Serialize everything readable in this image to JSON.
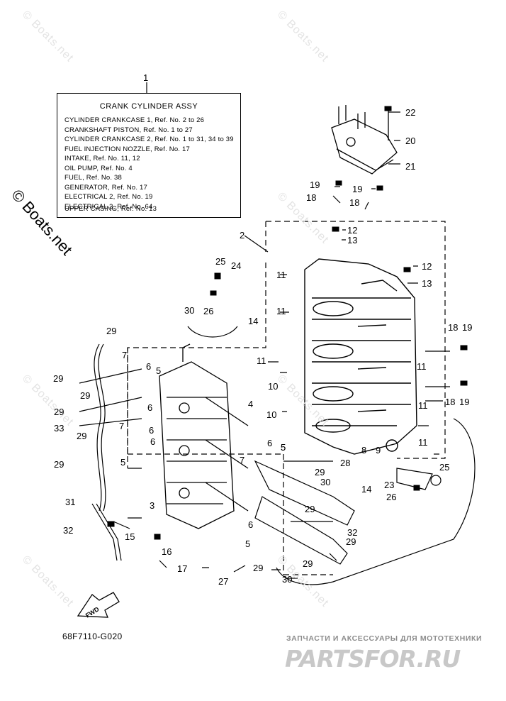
{
  "watermark": "© Boats.net",
  "legend": {
    "callout": "1",
    "title": "CRANK CYLINDER ASSY",
    "lines": [
      "CYLINDER CRANKCASE 1,  Ref. No. 2 to 26",
      "CRANKSHAFT PISTON,  Ref. No. 1 to 27",
      "CYLINDER CRANKCASE 2,  Ref. No. 1 to 31, 34 to 39",
      "FUEL INJECTION NOZZLE,  Ref. No. 17",
      "INTAKE,  Ref. No. 11, 12",
      "OIL PUMP,  Ref. No. 4",
      "FUEL,  Ref. No. 38",
      "GENERATOR,  Ref. No. 17",
      "ELECTRICAL 2,  Ref. No. 19",
      "ELECTRICAL 3,  Ref. No. 64",
      "UPPER CASING,  Ref. No. 13"
    ]
  },
  "callouts": [
    "22",
    "20",
    "21",
    "19",
    "18",
    "19",
    "18",
    "2",
    "12",
    "13",
    "12",
    "13",
    "25",
    "24",
    "26",
    "11",
    "11",
    "30",
    "14",
    "29",
    "11",
    "10",
    "10",
    "18",
    "19",
    "11",
    "18",
    "19",
    "11",
    "7",
    "6",
    "5",
    "29",
    "29",
    "6",
    "29",
    "33",
    "4",
    "29",
    "7",
    "6",
    "6",
    "5",
    "29",
    "28",
    "14",
    "5",
    "7",
    "30",
    "29",
    "9",
    "8",
    "25",
    "23",
    "26",
    "31",
    "3",
    "29",
    "32",
    "15",
    "32",
    "6",
    "16",
    "5",
    "17",
    "27",
    "29",
    "30",
    "29",
    "11",
    "6",
    "5",
    "29"
  ],
  "fwd_label": "FWD",
  "diagram_code": "68F7110-G020",
  "promo": {
    "caption": "ЗАПЧАСТИ И АКСЕССУАРЫ ДЛЯ МОТОТЕХНИКИ",
    "logo": "PARTSFOR.RU"
  }
}
